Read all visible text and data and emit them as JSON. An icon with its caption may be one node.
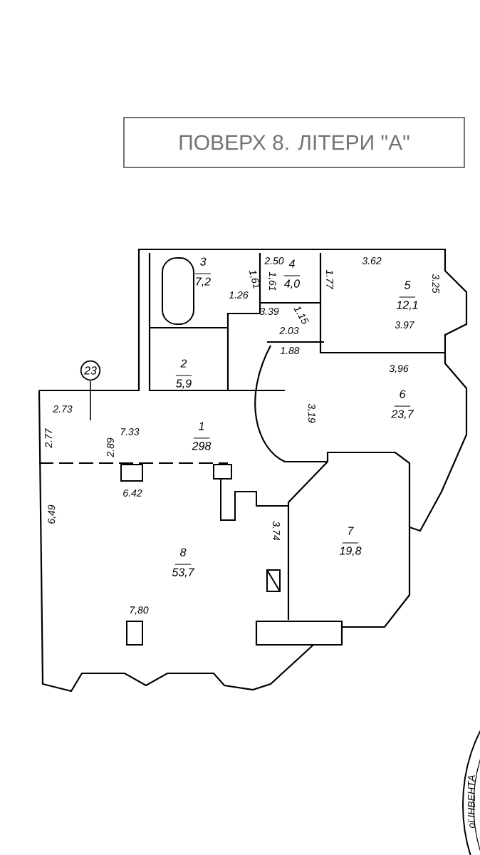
{
  "diagram": {
    "title": "ПОВЕРХ 8. ЛІТЕРИ \"А\"",
    "nodes": [
      {
        "text": [
          "3",
          "7,2"
        ]
      },
      {
        "text": [
          "4",
          "4,0"
        ]
      },
      {
        "text": [
          "5",
          "12,1"
        ]
      },
      {
        "text": [
          "2",
          "5,9"
        ]
      },
      {
        "text": [
          "23"
        ]
      },
      {
        "text": [
          "6",
          "23,7"
        ]
      },
      {
        "text": [
          "1",
          "298"
        ]
      },
      {
        "text": [
          "7",
          "19,8"
        ]
      },
      {
        "text": [
          "8",
          "53,7"
        ]
      }
    ],
    "labels": [
      "2.50",
      "3.62",
      "1,61",
      "1,61",
      "1.77",
      "1.26",
      "3.39",
      "1.15",
      "3.25",
      "3.97",
      "2.03",
      "1.88",
      "3,96",
      "3,19",
      "2.73",
      "7.33",
      "2.77",
      "2.89",
      "6.42",
      "6,49",
      "3.74",
      "7,80",
      "ої ІНВЕНТА"
    ]
  }
}
